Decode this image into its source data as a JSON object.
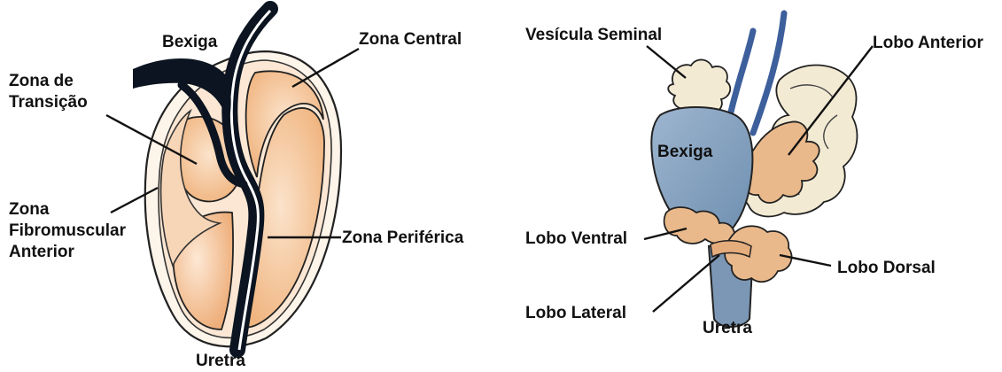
{
  "left_panel": {
    "labels": {
      "bexiga": "Bexiga",
      "zona_central": "Zona Central",
      "zona_transicao": [
        "Zona de",
        "Transição"
      ],
      "zona_fibromuscular": [
        "Zona",
        "Fibromuscular",
        "Anterior"
      ],
      "zona_periferica": "Zona Periférica",
      "uretra": "Uretra"
    }
  },
  "right_panel": {
    "labels": {
      "vesicula_seminal": "Vesícula Seminal",
      "lobo_anterior": "Lobo Anterior",
      "bexiga": "Bexiga",
      "lobo_ventral": "Lobo Ventral",
      "lobo_dorsal": "Lobo Dorsal",
      "lobo_lateral": "Lobo Lateral",
      "uretra": "Uretra"
    }
  },
  "colors": {
    "zone_fill": "#f5c49a",
    "zone_light": "#fbe6d2",
    "urethra": "#0b1420",
    "bladder_blue": "#8aa6c2",
    "vessel_blue": "#3d5f9c",
    "gland_cream": "#f2ead3",
    "lobe_tan": "#eab98b"
  }
}
